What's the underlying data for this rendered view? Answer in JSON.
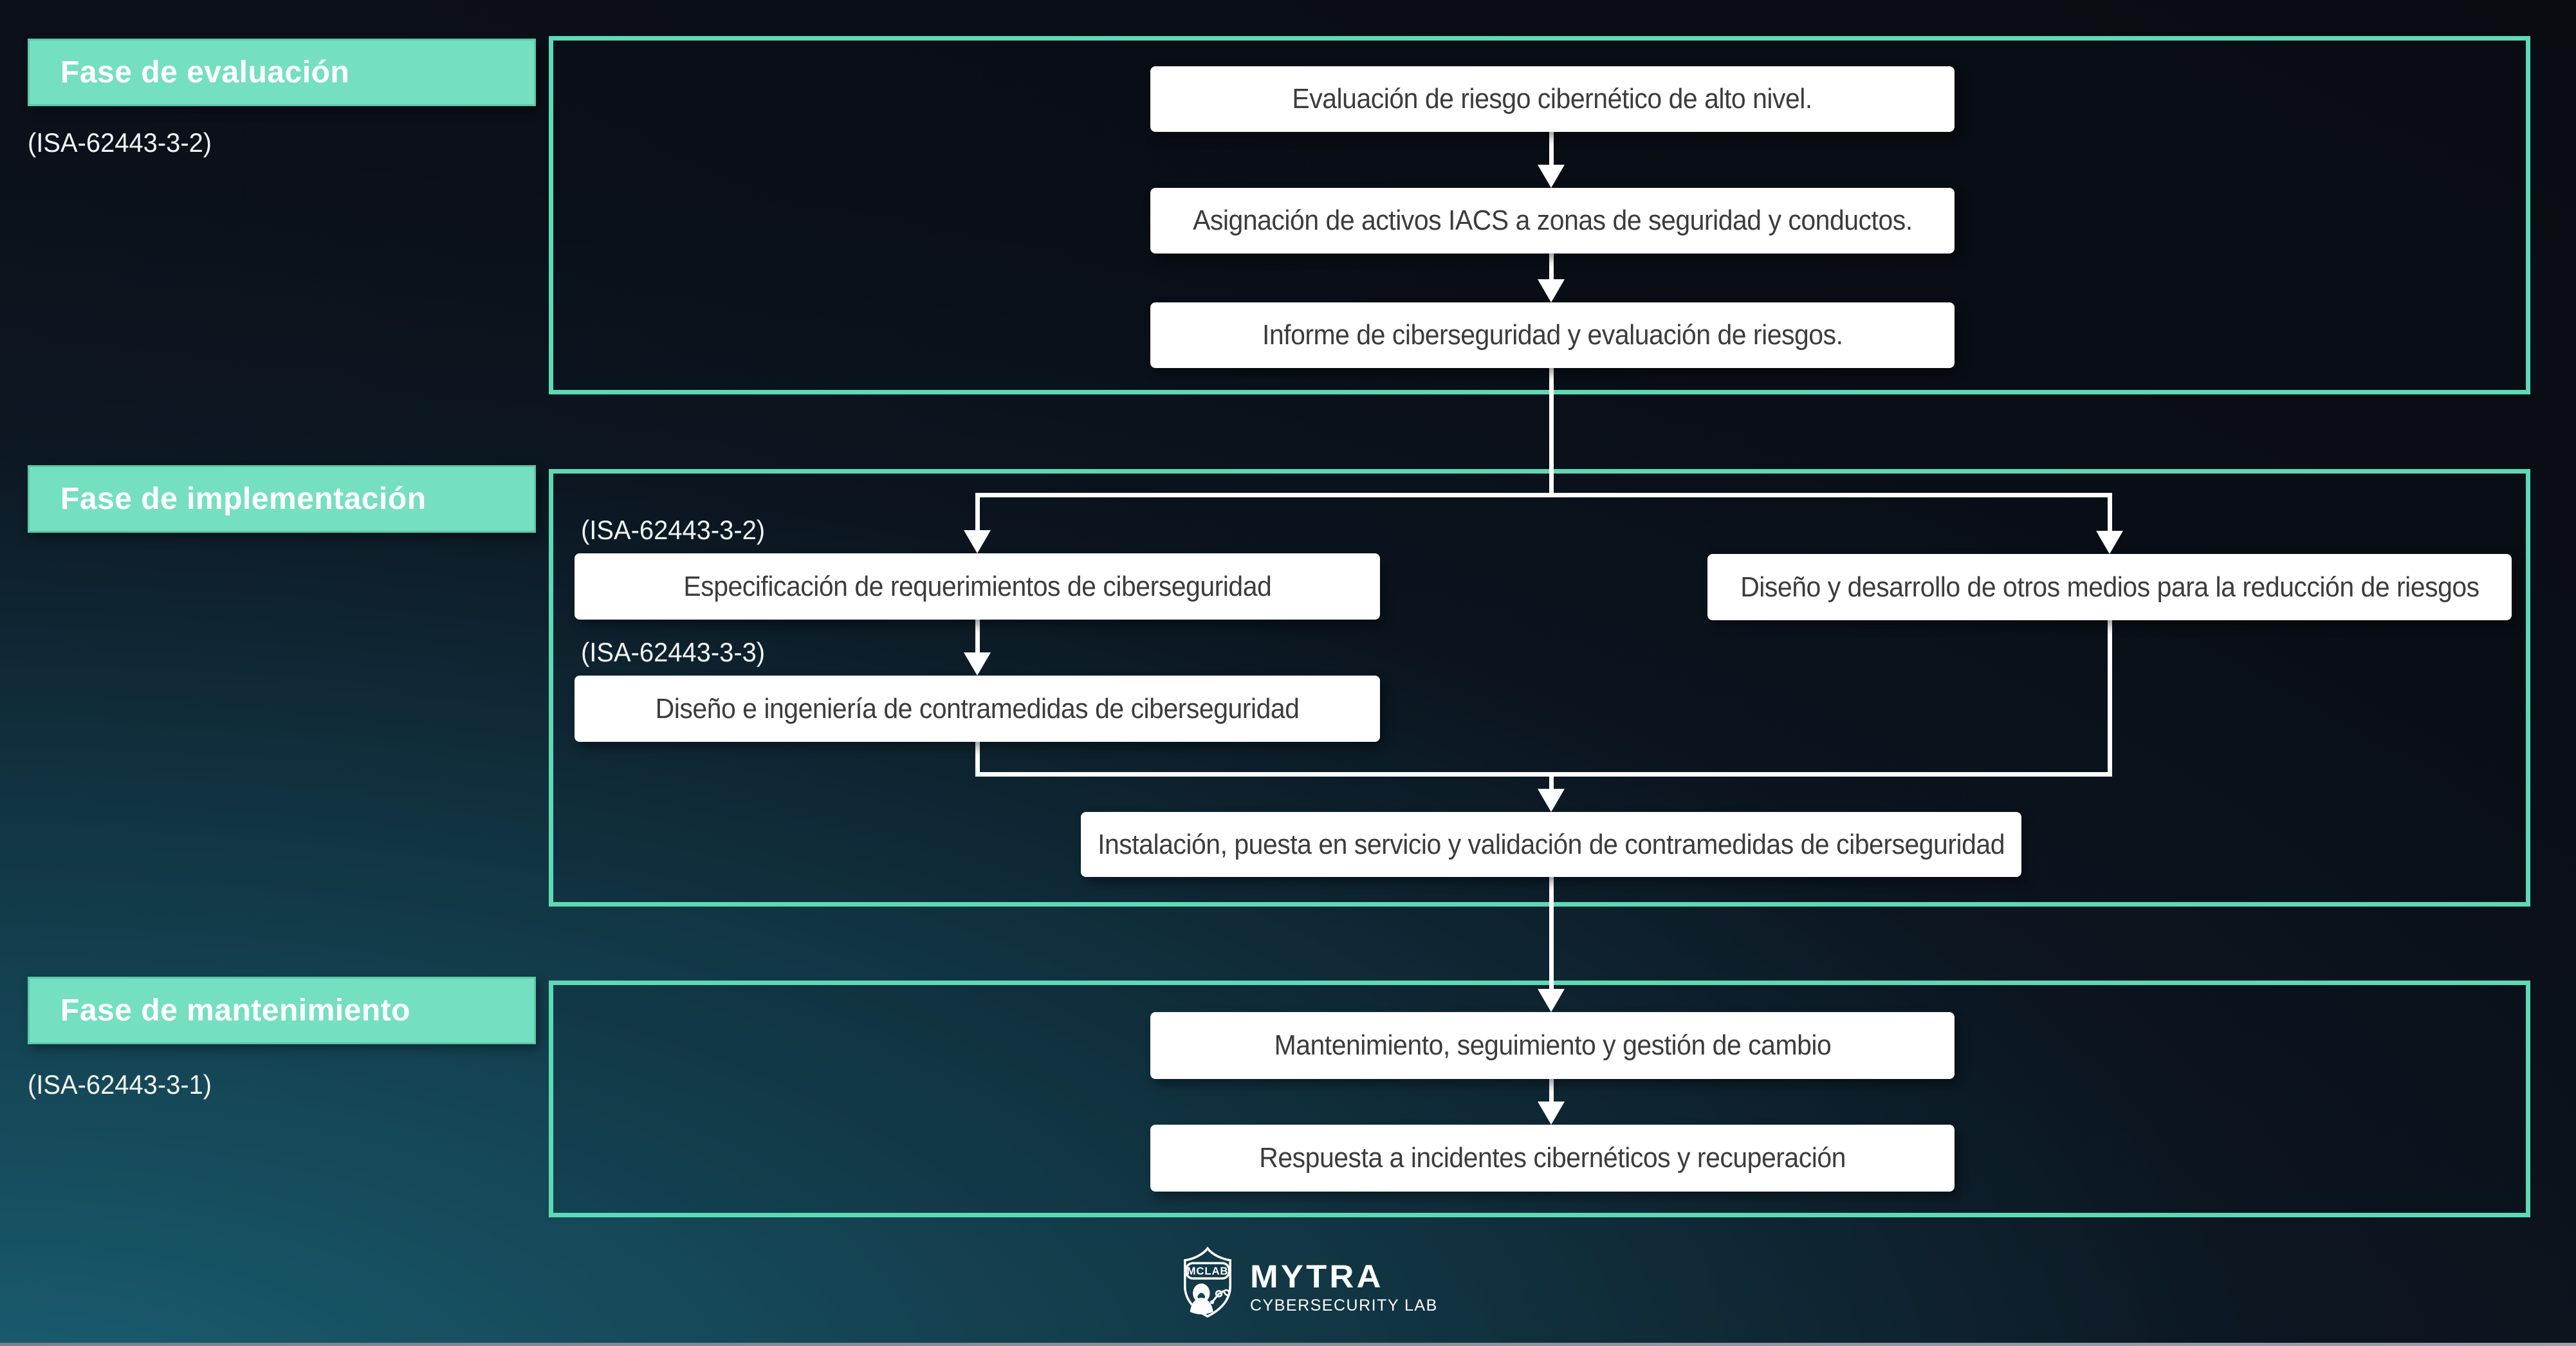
{
  "sections": [
    {
      "phase_label": "Fase de evaluación",
      "standard_ref": "(ISA-62443-3-2)",
      "boxes": [
        "Evaluación de riesgo cibernético de alto nivel.",
        "Asignación de activos IACS a zonas de seguridad y conductos.",
        "Informe de ciberseguridad y evaluación de riesgos."
      ]
    },
    {
      "phase_label": "Fase de implementación",
      "inner_refs": [
        "(ISA-62443-3-2)",
        "(ISA-62443-3-3)"
      ],
      "boxes": [
        "Especificación de requerimientos de ciberseguridad",
        "Diseño y desarrollo de otros medios para la reducción de riesgos",
        "Diseño e ingeniería de contramedidas de ciberseguridad",
        "Instalación, puesta en servicio y validación de contramedidas de ciberseguridad"
      ]
    },
    {
      "phase_label": "Fase de mantenimiento",
      "standard_ref": "(ISA-62443-3-1)",
      "boxes": [
        "Mantenimiento, seguimiento y gestión de cambio",
        "Respuesta a incidentes cibernéticos y recuperación"
      ]
    }
  ],
  "logo": {
    "shield_label": "MCLAB",
    "brand": "MYTRA",
    "tagline": "CYBERSECURITY LAB"
  },
  "colors": {
    "accent_teal": "#74dfc1",
    "section_border": "#5cdab5",
    "connector": "#ffffff",
    "box_text": "#3c3c3c",
    "background_dark": "#090c11",
    "background_teal": "#17586a"
  }
}
